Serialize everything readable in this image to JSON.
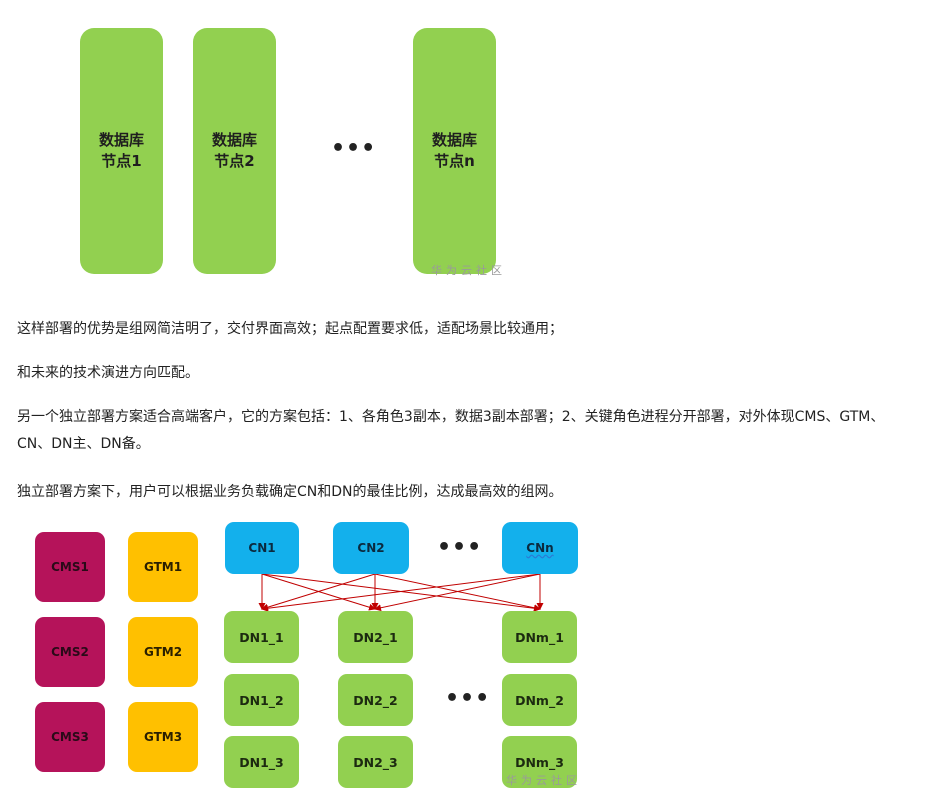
{
  "top_diagram": {
    "nodes": [
      {
        "id": "node1",
        "label": "数据库\n节点1"
      },
      {
        "id": "node2",
        "label": "数据库\n节点2"
      },
      {
        "id": "noden",
        "label": "数据库\n节点n"
      }
    ],
    "ellipsis": "•••",
    "watermark": "华为云社区"
  },
  "paragraphs": [
    "这样部署的优势是组网简洁明了，交付界面高效；起点配置要求低，适配场景比较通用；",
    "和未来的技术演进方向匹配。",
    "另一个独立部署方案适合高端客户，它的方案包括：1、各角色3副本，数据3副本部署；2、关键角色进程分开部署，对外体现CMS、GTM、CN、DN主、DN备。",
    "独立部署方案下，用户可以根据业务负载确定CN和DN的最佳比例，达成最高效的组网。"
  ],
  "bottom_diagram": {
    "cms": [
      "CMS1",
      "CMS2",
      "CMS3"
    ],
    "gtm": [
      "GTM1",
      "GTM2",
      "GTM3"
    ],
    "cn": [
      "CN1",
      "CN2",
      "CNn"
    ],
    "dn_columns": [
      [
        "DN1_1",
        "DN1_2",
        "DN1_3"
      ],
      [
        "DN2_1",
        "DN2_2",
        "DN2_3"
      ],
      [
        "DNm_1",
        "DNm_2",
        "DNm_3"
      ]
    ],
    "ellipsis": "•••",
    "watermark": "华为云社区",
    "colors": {
      "cms": "#b5135a",
      "gtm": "#ffc000",
      "cn": "#13b0ec",
      "dn": "#92d050",
      "arrow": "#c00000"
    }
  }
}
